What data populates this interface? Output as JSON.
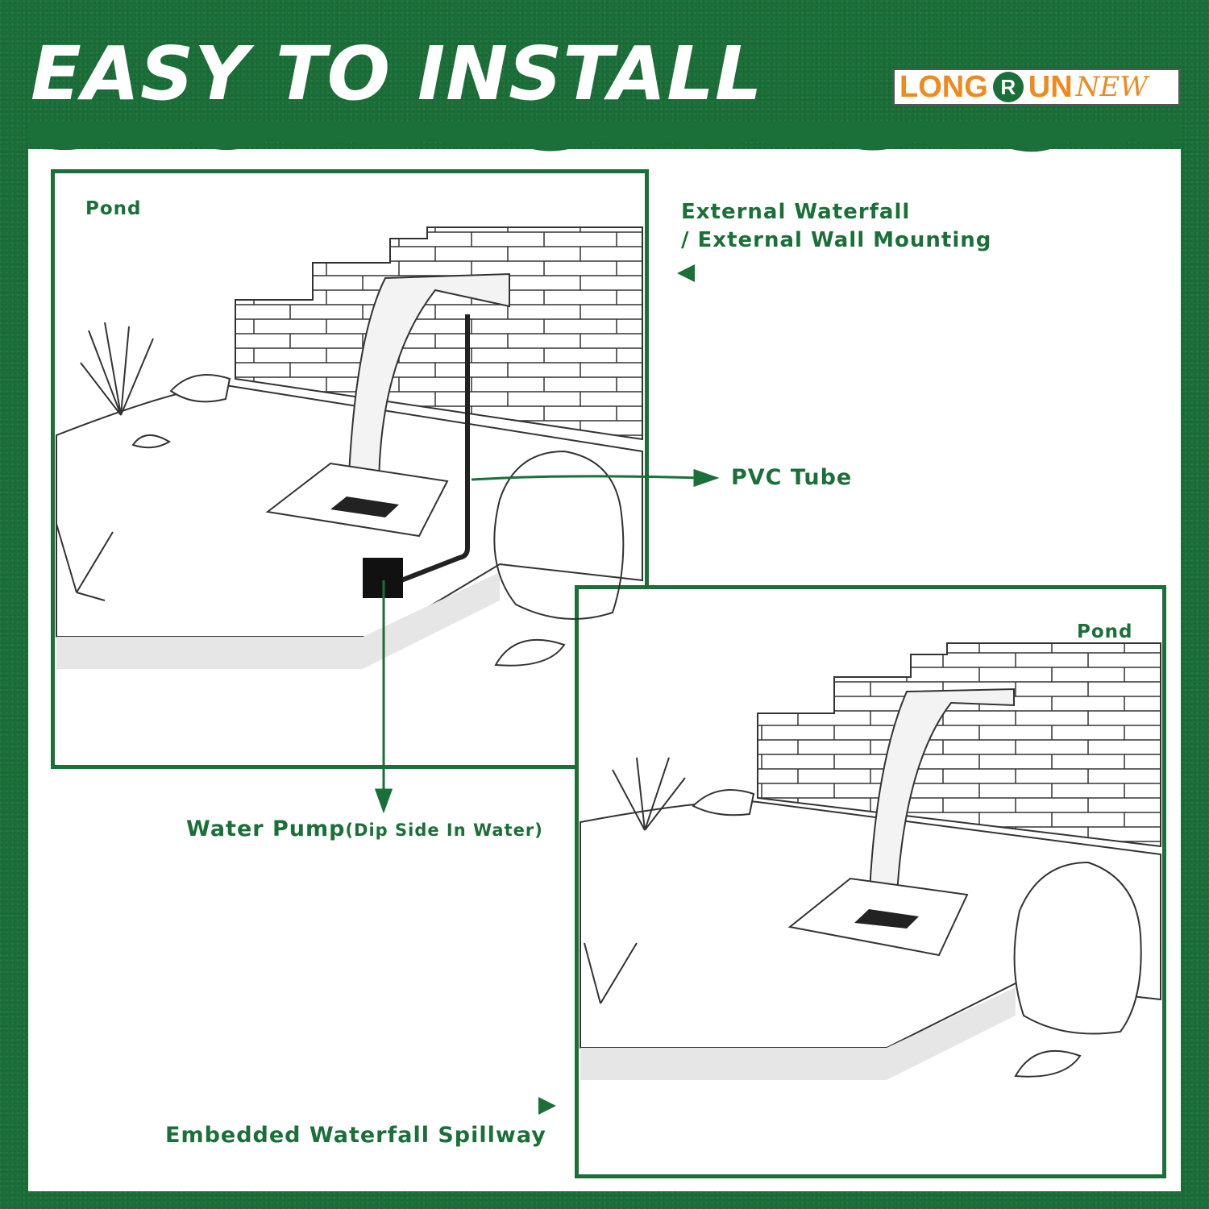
{
  "header": {
    "title": "EASY TO INSTALL"
  },
  "logo": {
    "text_left": "LONG",
    "text_mid": "R",
    "text_right": "UN",
    "text_suffix": "NEW"
  },
  "labels": {
    "pond_1": "Pond",
    "pond_2": "Pond",
    "external_line1": "External Waterfall",
    "external_line2": "/ External Wall Mounting",
    "pvc_tube": "PVC Tube",
    "water_pump": "Water Pump",
    "water_pump_note": "(Dip Side In Water)",
    "embedded": "Embedded Waterfall Spillway"
  },
  "colors": {
    "brand_green": "#1b6f38",
    "logo_orange": "#ee8a1e"
  }
}
